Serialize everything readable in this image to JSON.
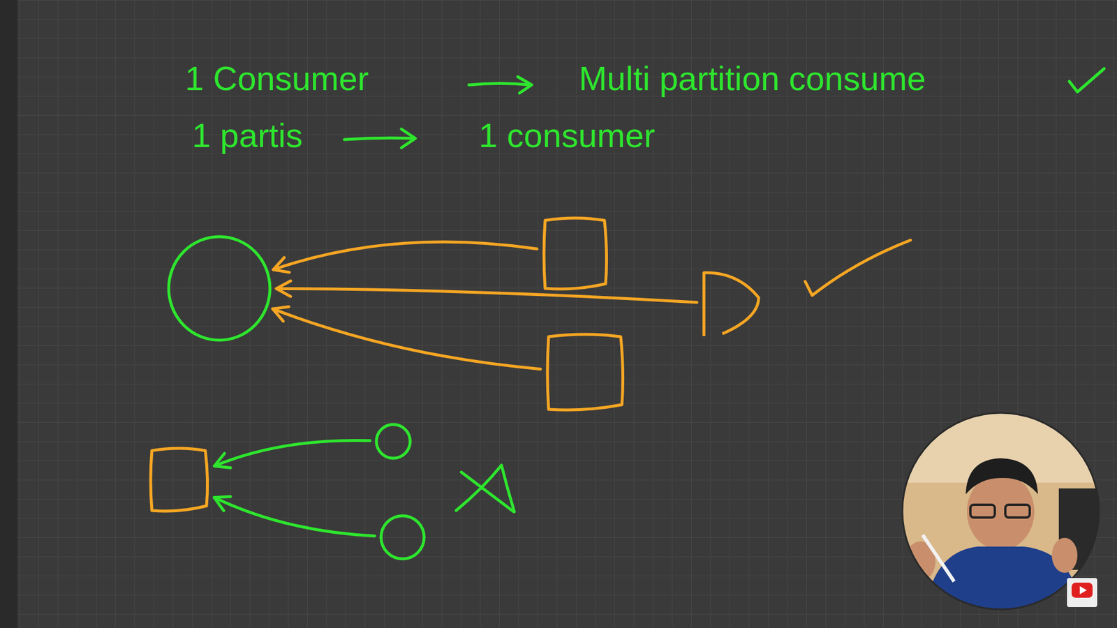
{
  "diagram": {
    "nodes": [
      {
        "text": []
      },
      {
        "text": []
      },
      {
        "text": []
      },
      {
        "text": []
      },
      {
        "text": []
      },
      {
        "text": []
      },
      {
        "text": []
      }
    ],
    "edges": [
      {
        "from": 1,
        "to": 0,
        "arrow": "to"
      },
      {
        "from": 2,
        "to": 0,
        "arrow": "to"
      },
      {
        "from": 3,
        "to": 0,
        "arrow": "to"
      },
      {
        "from": 5,
        "to": 4,
        "arrow": "to"
      },
      {
        "from": 6,
        "to": 4,
        "arrow": "to"
      }
    ],
    "labels": [
      "1 Consumer",
      "Multi partition consume",
      "1 partis",
      "1 consumer"
    ]
  }
}
